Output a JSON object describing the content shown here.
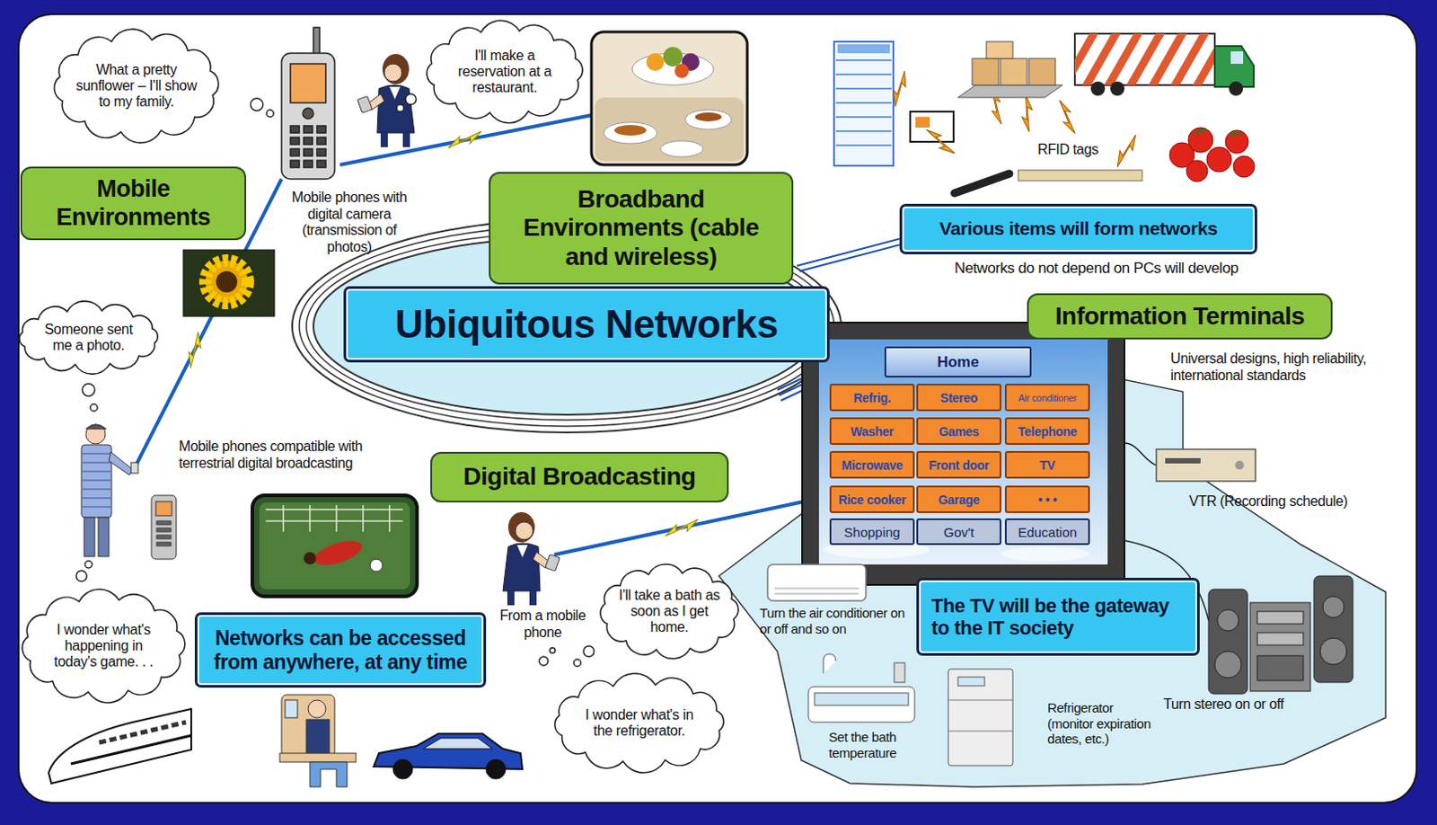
{
  "diagram": {
    "nodes": [
      {
        "text": [
          "What a pretty sunflower – I'll show to my family."
        ]
      },
      {
        "text": [
          "I'll make a reservation at a restaurant."
        ]
      },
      {
        "text": [
          "Mobile Environments"
        ]
      },
      {
        "text": [
          "Broadband Environments (cable and wireless)"
        ]
      },
      {
        "text": [
          "Various items will form networks"
        ]
      },
      {
        "text": [
          "Ubiquitous Networks"
        ]
      },
      {
        "text": [
          "Information Terminals"
        ]
      },
      {
        "text": [
          "Someone sent me a photo."
        ]
      },
      {
        "text": [
          "Home"
        ]
      },
      {
        "text": [
          "Refrig."
        ]
      },
      {
        "text": [
          "Stereo"
        ]
      },
      {
        "text": [
          "Air conditioner"
        ]
      },
      {
        "text": [
          "Washer"
        ]
      },
      {
        "text": [
          "Games"
        ]
      },
      {
        "text": [
          "Telephone"
        ]
      },
      {
        "text": [
          "Microwave"
        ]
      },
      {
        "text": [
          "Front door"
        ]
      },
      {
        "text": [
          "TV"
        ]
      },
      {
        "text": [
          "Rice cooker"
        ]
      },
      {
        "text": [
          "Garage"
        ]
      },
      {
        "text": [
          "• • •"
        ]
      },
      {
        "text": [
          "Shopping"
        ]
      },
      {
        "text": [
          "Gov't"
        ]
      },
      {
        "text": [
          "Education"
        ]
      },
      {
        "text": [
          "Digital Broadcasting"
        ]
      },
      {
        "text": [
          "The TV will be the gateway to the IT society"
        ]
      },
      {
        "text": [
          "I'll take a bath as soon as I get home."
        ]
      },
      {
        "text": [
          "I wonder what's happening in today's game. . ."
        ]
      },
      {
        "text": [
          "Networks can be accessed from anywhere, at any time"
        ]
      },
      {
        "text": [
          "I wonder what's in the refrigerator."
        ]
      }
    ],
    "labels": [
      "Mobile phones with digital camera (transmission of photos)",
      "RFID tags",
      "Networks do not depend on PCs will develop",
      "Universal designs, high reliability, international standards",
      "Mobile phones compatible with terrestrial digital broadcasting",
      "VTR (Recording schedule)",
      "From a mobile phone",
      "Turn the air conditioner on or off and so on",
      "Turn stereo on or off",
      "Refrigerator (monitor expiration dates, etc.)",
      "Set the bath temperature"
    ]
  }
}
